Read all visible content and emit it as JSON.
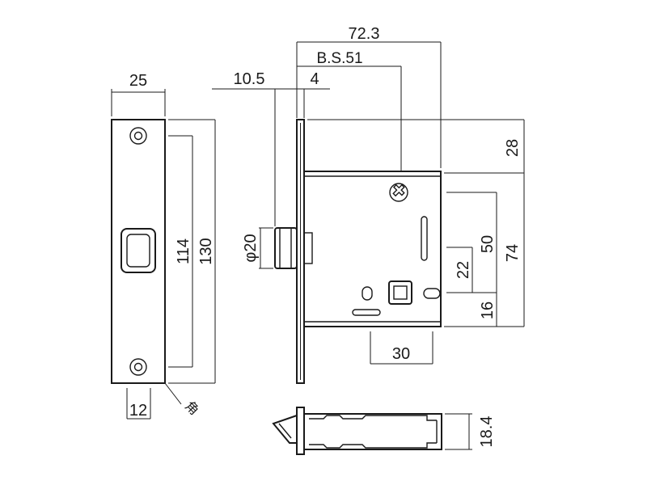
{
  "dimensions": {
    "faceplate_width": "25",
    "faceplate_screw_pitch": "114",
    "faceplate_height": "130",
    "faceplate_bottom_width": "12",
    "corner_note": "角",
    "overall_depth": "72.3",
    "backset": "B.S.51",
    "latch_projection": "10.5",
    "faceplate_thickness": "4",
    "latch_diameter": "φ20",
    "top_to_body": "28",
    "body_height": "50",
    "overall_height": "74",
    "spindle_offset": "22",
    "spindle_bottom": "16",
    "spindle_pitch": "30",
    "case_thickness": "18.4"
  }
}
